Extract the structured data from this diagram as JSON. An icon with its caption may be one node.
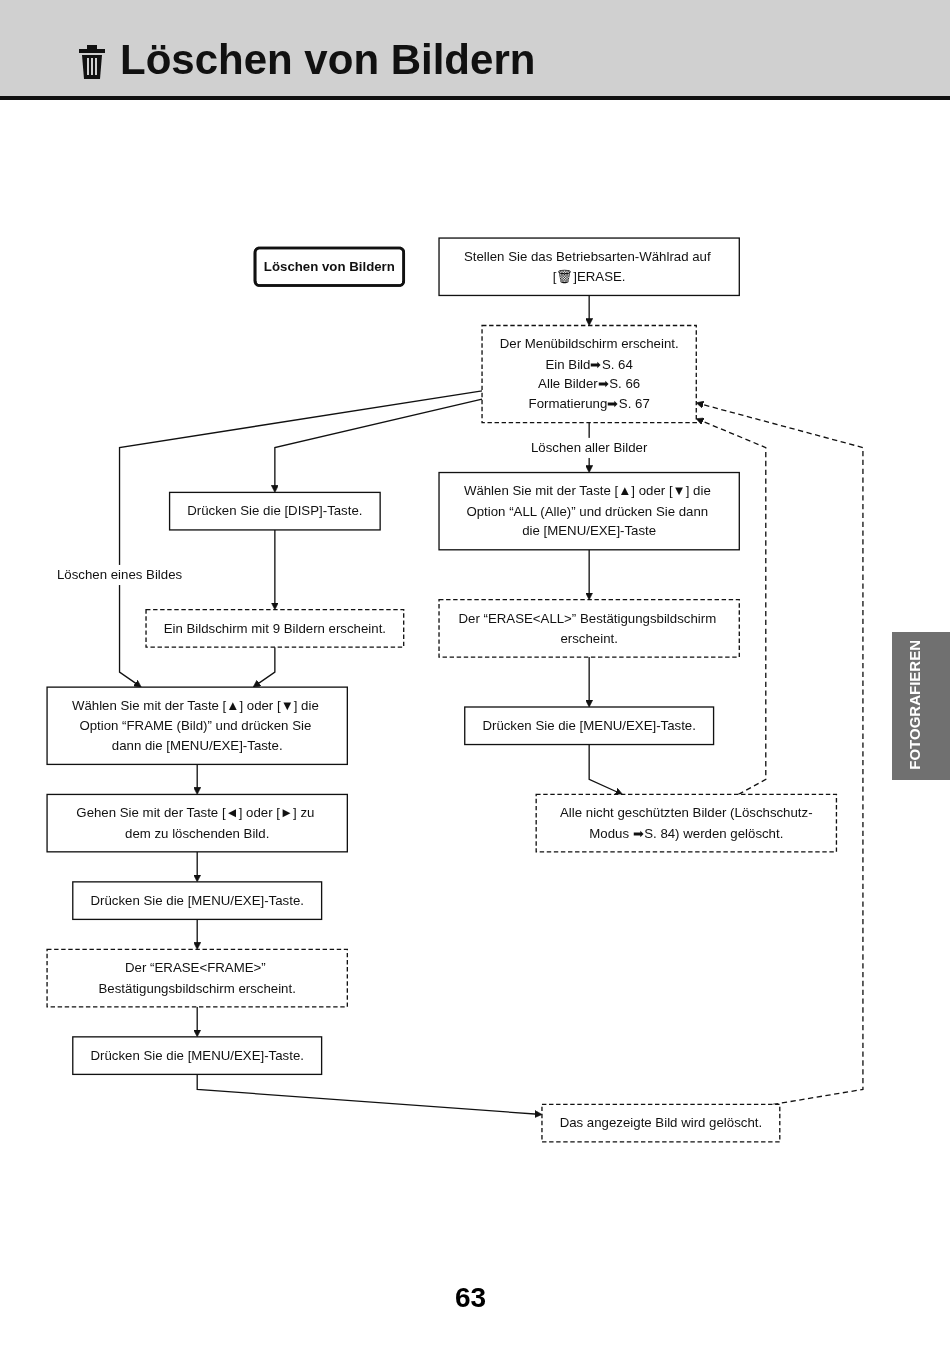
{
  "diagram": {
    "title": "Löschen von Bildern",
    "nodes": [
      {
        "text": [
          "Löschen von Bildern"
        ]
      },
      {
        "text": [
          "Stellen Sie das Betriebsarten-Wählrad auf [🗑]ERASE."
        ]
      },
      {
        "text": [
          "Der Menübildschirm erscheint.",
          "Ein Bild➡S. 64",
          "Alle Bilder➡S. 66",
          "Formatierung➡S. 67"
        ]
      },
      {
        "text": [
          "Drücken Sie die [DISP]-Taste."
        ]
      },
      {
        "text": [
          "Ein Bildschirm mit 9 Bildern erscheint."
        ]
      },
      {
        "text": [
          "Wählen Sie mit der Taste [▲] oder [▼] die Option “FRAME (Bild)” und drücken Sie dann die [MENU/EXE]-Taste."
        ]
      },
      {
        "text": [
          "Gehen Sie mit der Taste [◄] oder [►] zu dem zu löschenden Bild."
        ]
      },
      {
        "text": [
          "Drücken Sie die [MENU/EXE]-Taste."
        ]
      },
      {
        "text": [
          "Der “ERASE<FRAME>” Bestätigungsbildschirm erscheint."
        ]
      },
      {
        "text": [
          "Drücken Sie die [MENU/EXE]-Taste."
        ]
      },
      {
        "text": [
          "Das angezeigte Bild wird gelöscht."
        ]
      },
      {
        "text": [
          "Wählen Sie mit der Taste [▲] oder [▼] die Option “ALL (Alle)” und drücken Sie dann die [MENU/EXE]-Taste"
        ]
      },
      {
        "text": [
          "Der “ERASE<ALL>” Bestätigungsbildschirm erscheint."
        ]
      },
      {
        "text": [
          "Drücken Sie die [MENU/EXE]-Taste."
        ]
      },
      {
        "text": [
          "Alle nicht geschützten Bilder (Löschschutz-Modus ➡S. 84) werden gelöscht."
        ]
      }
    ],
    "edges": [
      {
        "from": 1,
        "to": 2,
        "arrow": "to"
      },
      {
        "from": 2,
        "to": 5,
        "arrow": "to",
        "label": "Löschen eines Bildes"
      },
      {
        "from": 2,
        "to": 3,
        "arrow": "to"
      },
      {
        "from": 3,
        "to": 4,
        "arrow": "to"
      },
      {
        "from": 4,
        "to": 5,
        "arrow": "to"
      },
      {
        "from": 5,
        "to": 6,
        "arrow": "to"
      },
      {
        "from": 6,
        "to": 7,
        "arrow": "to"
      },
      {
        "from": 7,
        "to": 8,
        "arrow": "to"
      },
      {
        "from": 8,
        "to": 9,
        "arrow": "to"
      },
      {
        "from": 9,
        "to": 10,
        "arrow": "to"
      },
      {
        "from": 10,
        "to": 2,
        "arrow": "to",
        "style": "dashed"
      },
      {
        "from": 2,
        "to": 11,
        "arrow": "to",
        "label": "Löschen aller Bilder"
      },
      {
        "from": 11,
        "to": 12,
        "arrow": "to"
      },
      {
        "from": 12,
        "to": 13,
        "arrow": "to"
      },
      {
        "from": 13,
        "to": 14,
        "arrow": "to"
      },
      {
        "from": 14,
        "to": 2,
        "arrow": "to",
        "style": "dashed"
      }
    ],
    "labels": [
      "FOTOGRAFIEREN",
      "63"
    ]
  }
}
